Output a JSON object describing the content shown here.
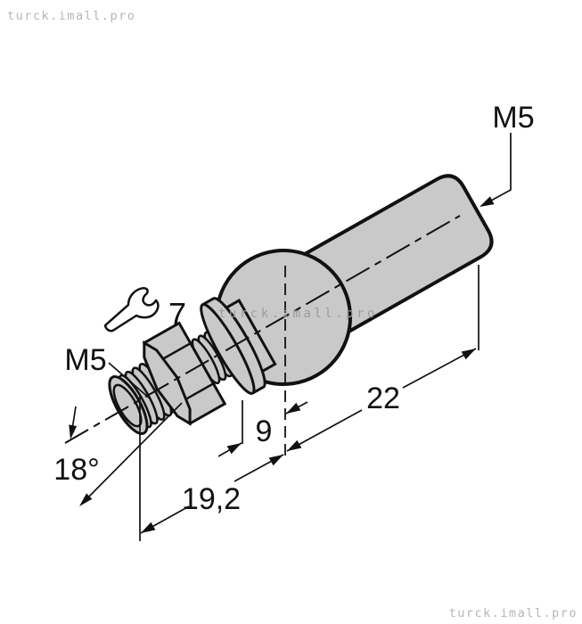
{
  "watermarks": {
    "top_left": "turck.imall.pro",
    "center": "turck.imall.pro",
    "bottom_right": "turck.imall.pro"
  },
  "threads": {
    "rod_thread": "M5",
    "stud_thread": "M5"
  },
  "dimensions": {
    "rod_length": "22",
    "collar_to_ball_center": "9",
    "stud_face_to_ball_center": "19,2",
    "swivel_angle": "18°",
    "wrench_size": "7"
  },
  "icons": {
    "wrench": "open-end-wrench"
  },
  "colors": {
    "background": "#ffffff",
    "part_fill": "#c9c9c9",
    "outline": "#111111",
    "watermark_light": "#b5b5b5",
    "watermark_center": "#9c9c9c"
  }
}
